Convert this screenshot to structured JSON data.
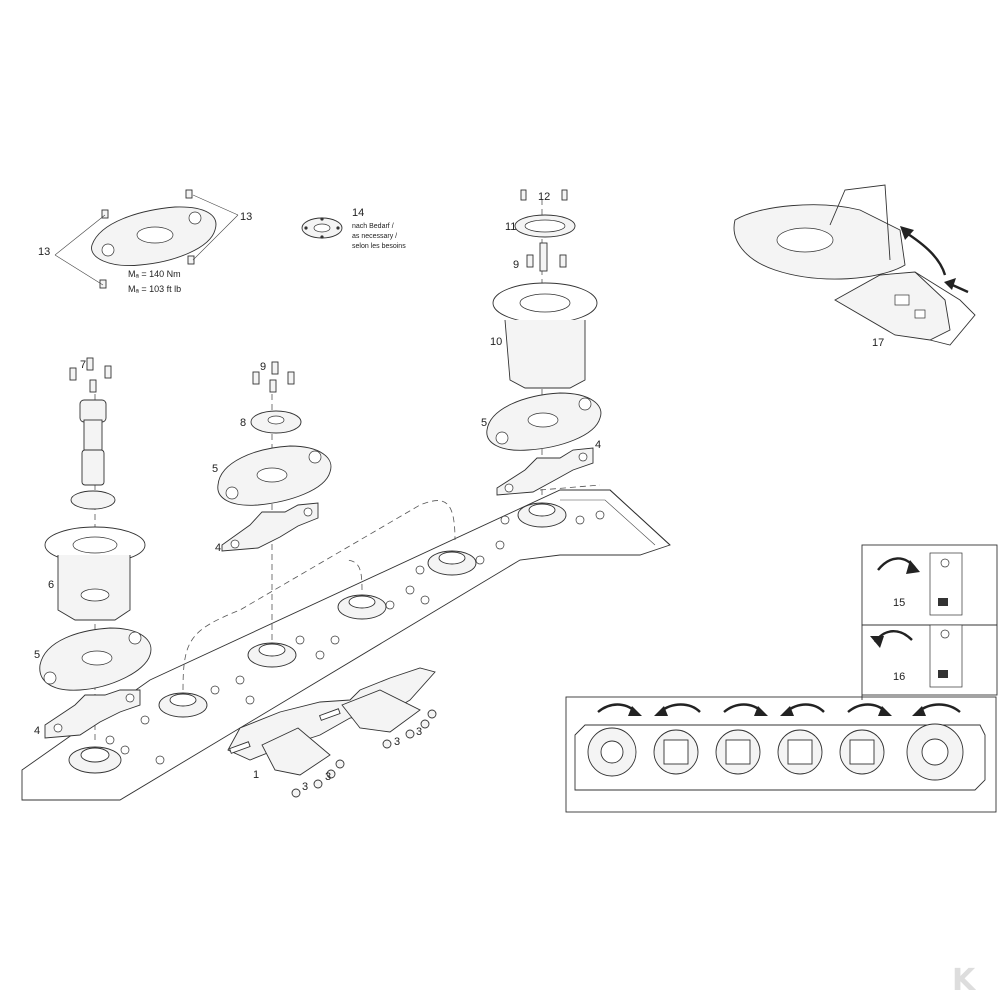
{
  "callouts": {
    "c1": "1",
    "c3a": "3",
    "c3b": "3",
    "c3c": "3",
    "c3d": "3",
    "c4a": "4",
    "c4b": "4",
    "c4c": "4",
    "c5a": "5",
    "c5b": "5",
    "c5c": "5",
    "c6": "6",
    "c7": "7",
    "c8": "8",
    "c9a": "9",
    "c9b": "9",
    "c10": "10",
    "c11": "11",
    "c12": "12",
    "c13a": "13",
    "c13b": "13",
    "c14": "14",
    "c15": "15",
    "c16": "16",
    "c17": "17"
  },
  "torque": {
    "line1": "Mₐ = 140 Nm",
    "line2": "Mₐ = 103 ft lb"
  },
  "note14": {
    "line1": "nach Bedarf /",
    "line2": "as necessary /",
    "line3": "selon les besoins"
  },
  "logo": "K",
  "colors": {
    "line": "#333333",
    "fill": "#f4f4f4",
    "background": "#ffffff",
    "logo": "#dddddd"
  }
}
